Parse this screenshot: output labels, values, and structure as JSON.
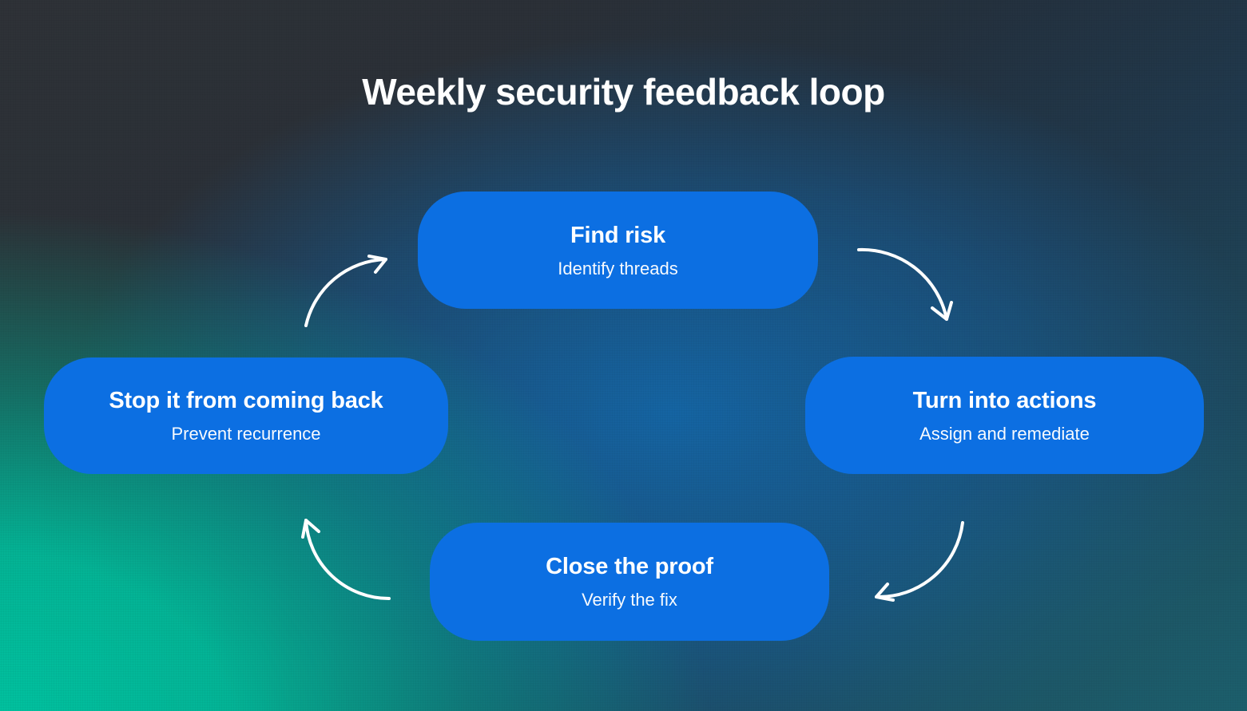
{
  "title": "Weekly security feedback loop",
  "colors": {
    "node_fill": "#0c6fe2",
    "node_text": "#ffffff",
    "arrow": "#ffffff",
    "background_charcoal": "#2e3237",
    "background_blue_glow": "#1566a6",
    "background_teal_glow": "#00c4a1",
    "background_dark_teal": "#1e5565"
  },
  "nodes": [
    {
      "id": "find-risk",
      "label": "Find risk",
      "sublabel": "Identify threads"
    },
    {
      "id": "turn-into-actions",
      "label": "Turn into actions",
      "sublabel": "Assign and remediate"
    },
    {
      "id": "close-the-proof",
      "label": "Close the proof",
      "sublabel": "Verify the fix"
    },
    {
      "id": "stop-it-from-coming-back",
      "label": "Stop it from coming back",
      "sublabel": "Prevent recurrence"
    }
  ],
  "arrows": [
    {
      "from": "Stop it from coming back",
      "to": "Find risk"
    },
    {
      "from": "Find risk",
      "to": "Turn into actions"
    },
    {
      "from": "Turn into actions",
      "to": "Close the proof"
    },
    {
      "from": "Close the proof",
      "to": "Stop it from coming back"
    }
  ]
}
